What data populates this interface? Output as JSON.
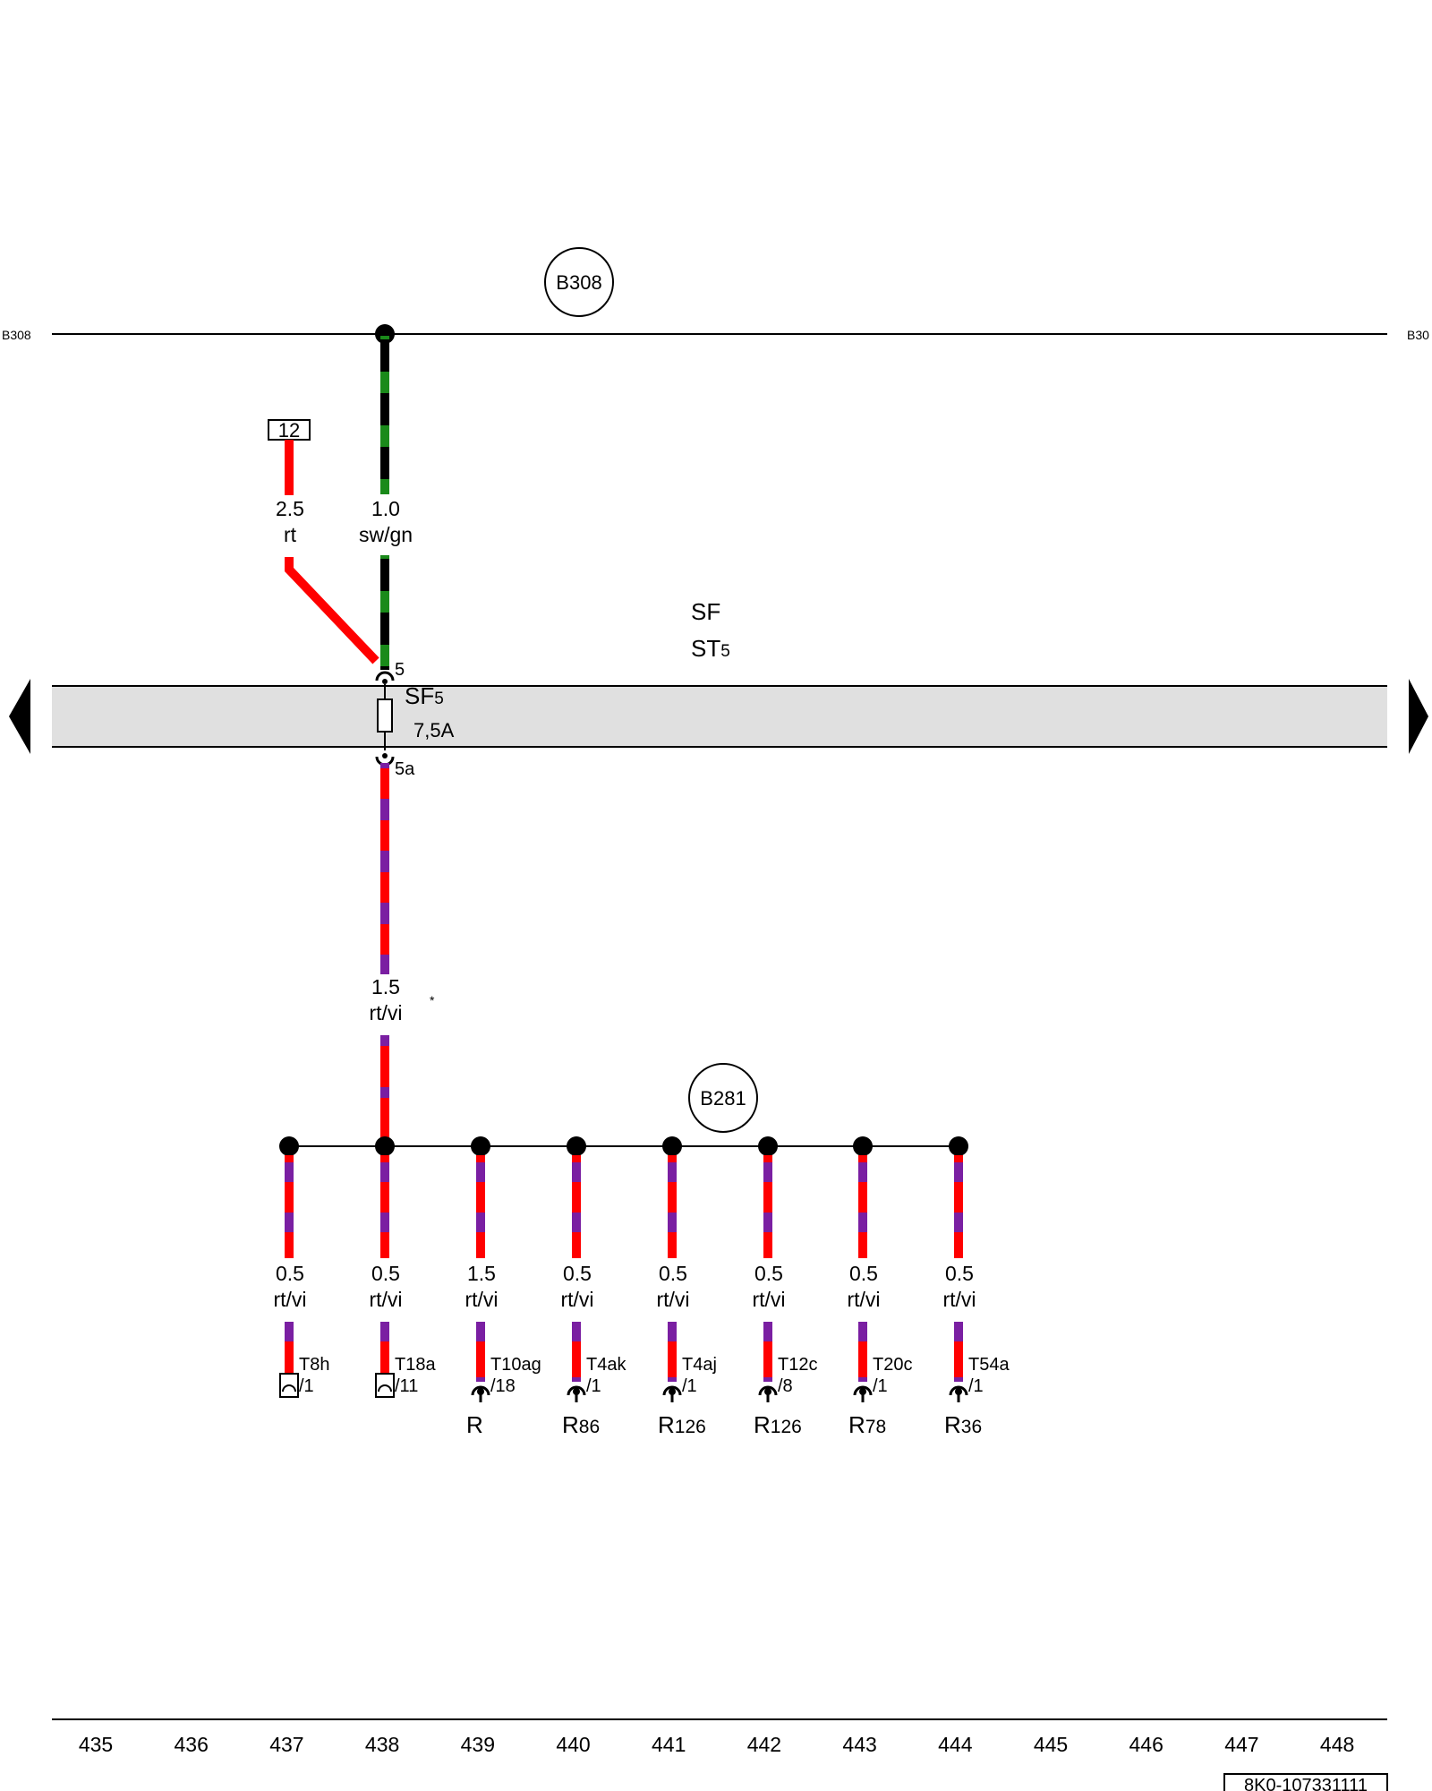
{
  "diagram": {
    "bus_top": {
      "badge": "B308",
      "left_label": "B308",
      "right_label": "B30"
    },
    "bus_bottom": {
      "badge": "B281"
    },
    "fuse_box": {
      "title": "SF",
      "subtitle_main": "ST",
      "subtitle_sub": "5"
    },
    "fuse": {
      "name_main": "SF",
      "name_sub": "5",
      "rating": "7,5A",
      "pin_in": "5",
      "pin_out": "5a"
    },
    "terminal_box": "12",
    "wires": {
      "w12": {
        "size": "2.5",
        "color": "rt"
      },
      "wfeed": {
        "size": "1.0",
        "color": "sw/gn"
      },
      "wmain": {
        "size": "1.5",
        "color": "rt/vi",
        "note": "*"
      }
    },
    "branches": [
      {
        "size": "0.5",
        "color": "rt/vi",
        "conn": "T8h",
        "pin": "/1",
        "type": "box",
        "dest_main": "",
        "dest_sub": ""
      },
      {
        "size": "0.5",
        "color": "rt/vi",
        "conn": "T18a",
        "pin": "/11",
        "type": "box",
        "dest_main": "",
        "dest_sub": ""
      },
      {
        "size": "1.5",
        "color": "rt/vi",
        "conn": "T10ag",
        "pin": "/18",
        "type": "pin",
        "dest_main": "R",
        "dest_sub": ""
      },
      {
        "size": "0.5",
        "color": "rt/vi",
        "conn": "T4ak",
        "pin": "/1",
        "type": "pin",
        "dest_main": "R",
        "dest_sub": "86"
      },
      {
        "size": "0.5",
        "color": "rt/vi",
        "conn": "T4aj",
        "pin": "/1",
        "type": "pin",
        "dest_main": "R",
        "dest_sub": "126"
      },
      {
        "size": "0.5",
        "color": "rt/vi",
        "conn": "T12c",
        "pin": "/8",
        "type": "pin",
        "dest_main": "R",
        "dest_sub": "126"
      },
      {
        "size": "0.5",
        "color": "rt/vi",
        "conn": "T20c",
        "pin": "/1",
        "type": "pin",
        "dest_main": "R",
        "dest_sub": "78"
      },
      {
        "size": "0.5",
        "color": "rt/vi",
        "conn": "T54a",
        "pin": "/1",
        "type": "pin",
        "dest_main": "R",
        "dest_sub": "36"
      }
    ],
    "columns": [
      "435",
      "436",
      "437",
      "438",
      "439",
      "440",
      "441",
      "442",
      "443",
      "444",
      "445",
      "446",
      "447",
      "448"
    ],
    "doc_number": "8K0-107331111",
    "colors": {
      "red": "#ff0000",
      "violet": "#7a1fa2",
      "green": "#1a8a1a",
      "black": "#000000",
      "fuse_band": "#e0e0e0"
    }
  }
}
